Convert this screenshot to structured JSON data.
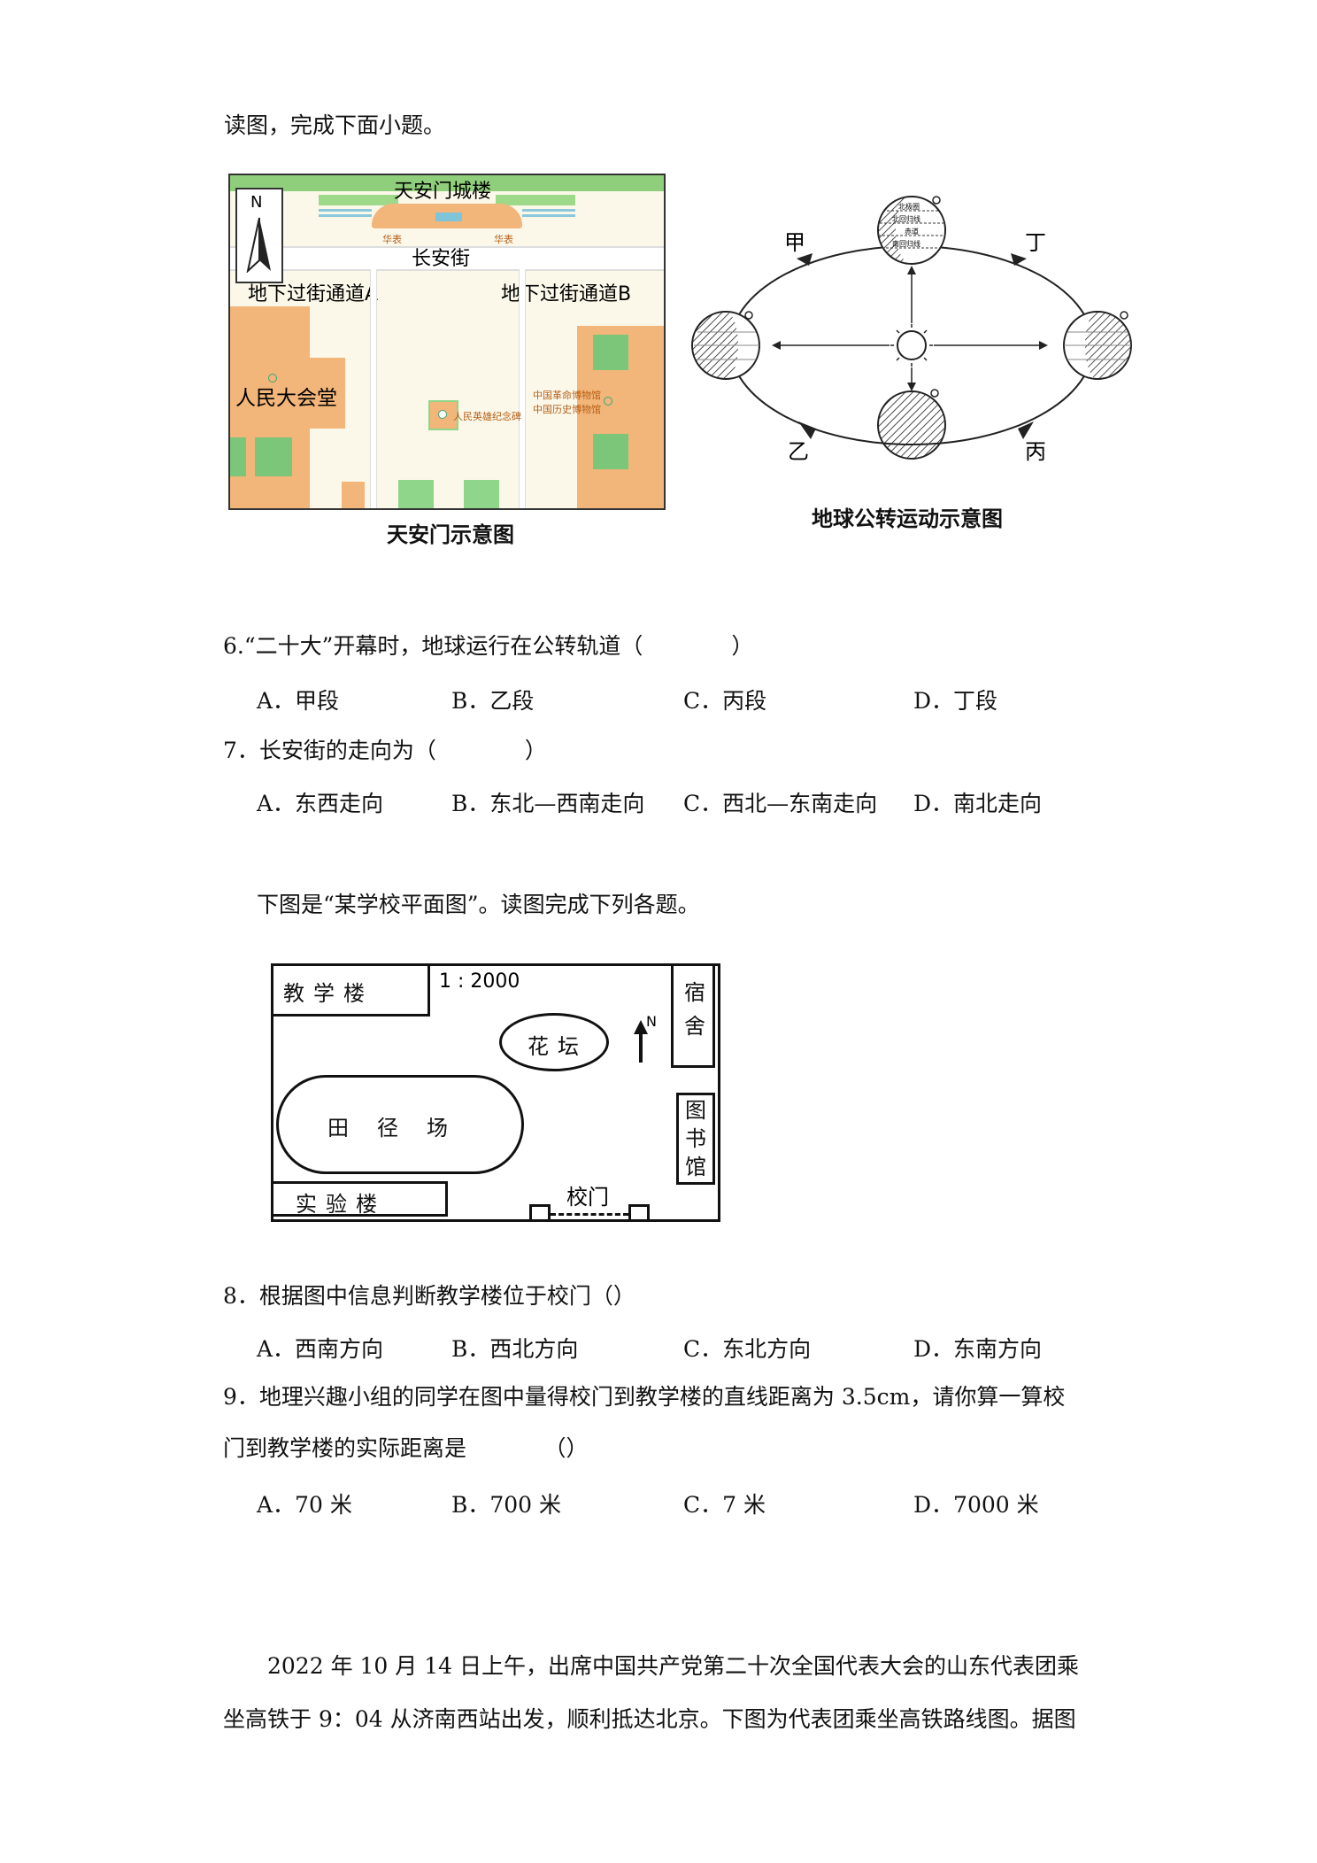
{
  "intro1": "读图，完成下面小题。",
  "map1": {
    "caption": "天安门示意图",
    "north": "N",
    "gate": "天安门城楼",
    "street": "长安街",
    "passage_a": "地下过街通道A",
    "passage_b": "地下过街通道B",
    "hall": "人民大会堂",
    "monument": "人民英雄纪念碑",
    "museum_1": "中国革命博物馆",
    "museum_2": "中国历史博物馆",
    "huabiao": "华表",
    "colors": {
      "building": "#f2b57a",
      "green": "#7cc67a",
      "road": "#ffffff",
      "bg": "#fbf8ea"
    }
  },
  "orbit": {
    "caption": "地球公转运动示意图",
    "jia": "甲",
    "yi": "乙",
    "bing": "丙",
    "ding": "丁",
    "lat_labels": [
      "北极圈",
      "北回归线",
      "赤道",
      "南回归线"
    ]
  },
  "q6": {
    "stem": "6.“二十大”开幕时，地球运行在公转轨道（　　　　）",
    "options": [
      "A．甲段",
      "B．乙段",
      "C．丙段",
      "D．丁段"
    ]
  },
  "q7": {
    "stem": "7．长安街的走向为（　　　　）",
    "options": [
      "A．东西走向",
      "B．东北—西南走向",
      "C．西北—东南走向",
      "D．南北走向"
    ]
  },
  "intro2": "下图是“某学校平面图”。读图完成下列各题。",
  "school": {
    "scale": "1 : 2000",
    "north": "N",
    "teaching": "教学楼",
    "dorm": "宿舍",
    "flower": "花坛",
    "track": "田径场",
    "library": "图书馆",
    "lab": "实验楼",
    "gate": "校门"
  },
  "q8": {
    "stem": "8．根据图中信息判断教学楼位于校门（）",
    "options": [
      "A．西南方向",
      "B．西北方向",
      "C．东北方向",
      "D．东南方向"
    ]
  },
  "q9": {
    "stem_line1": "9．地理兴趣小组的同学在图中量得校门到教学楼的直线距离为 3.5cm，请你算一算校",
    "stem_line2": "门到教学楼的实际距离是　　　　（）",
    "options": [
      "A．70 米",
      "B．700 米",
      "C．7 米",
      "D．7000 米"
    ]
  },
  "passage": {
    "line1": "2022 年 10 月 14 日上午，出席中国共产党第二十次全国代表大会的山东代表团乘",
    "line2": "坐高铁于 9：04 从济南西站出发，顺利抵达北京。下图为代表团乘坐高铁路线图。据图"
  }
}
